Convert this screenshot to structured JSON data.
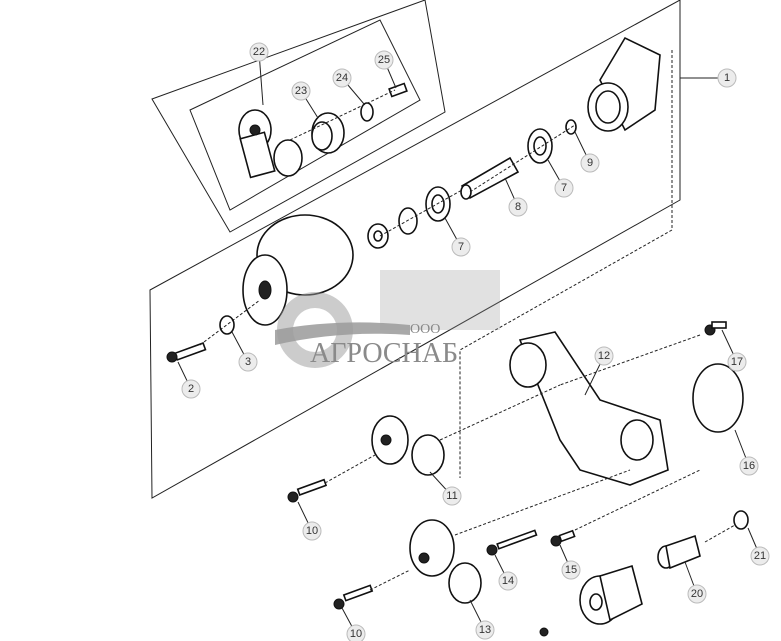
{
  "callouts": [
    {
      "id": "c22",
      "label": "22"
    },
    {
      "id": "c25",
      "label": "25"
    },
    {
      "id": "c24",
      "label": "24"
    },
    {
      "id": "c23",
      "label": "23"
    },
    {
      "id": "c1",
      "label": "1"
    },
    {
      "id": "c9",
      "label": "9"
    },
    {
      "id": "c7a",
      "label": "7"
    },
    {
      "id": "c8",
      "label": "8"
    },
    {
      "id": "c7b",
      "label": "7"
    },
    {
      "id": "c3",
      "label": "3"
    },
    {
      "id": "c2",
      "label": "2"
    },
    {
      "id": "c17",
      "label": "17"
    },
    {
      "id": "c12",
      "label": "12"
    },
    {
      "id": "c16",
      "label": "16"
    },
    {
      "id": "c11",
      "label": "11"
    },
    {
      "id": "c10a",
      "label": "10"
    },
    {
      "id": "c21",
      "label": "21"
    },
    {
      "id": "c14",
      "label": "14"
    },
    {
      "id": "c15",
      "label": "15"
    },
    {
      "id": "c20",
      "label": "20"
    },
    {
      "id": "c13",
      "label": "13"
    },
    {
      "id": "c10b",
      "label": "10"
    }
  ],
  "watermark": {
    "prefix": "ООО",
    "name": "АГРОСНАБ"
  }
}
